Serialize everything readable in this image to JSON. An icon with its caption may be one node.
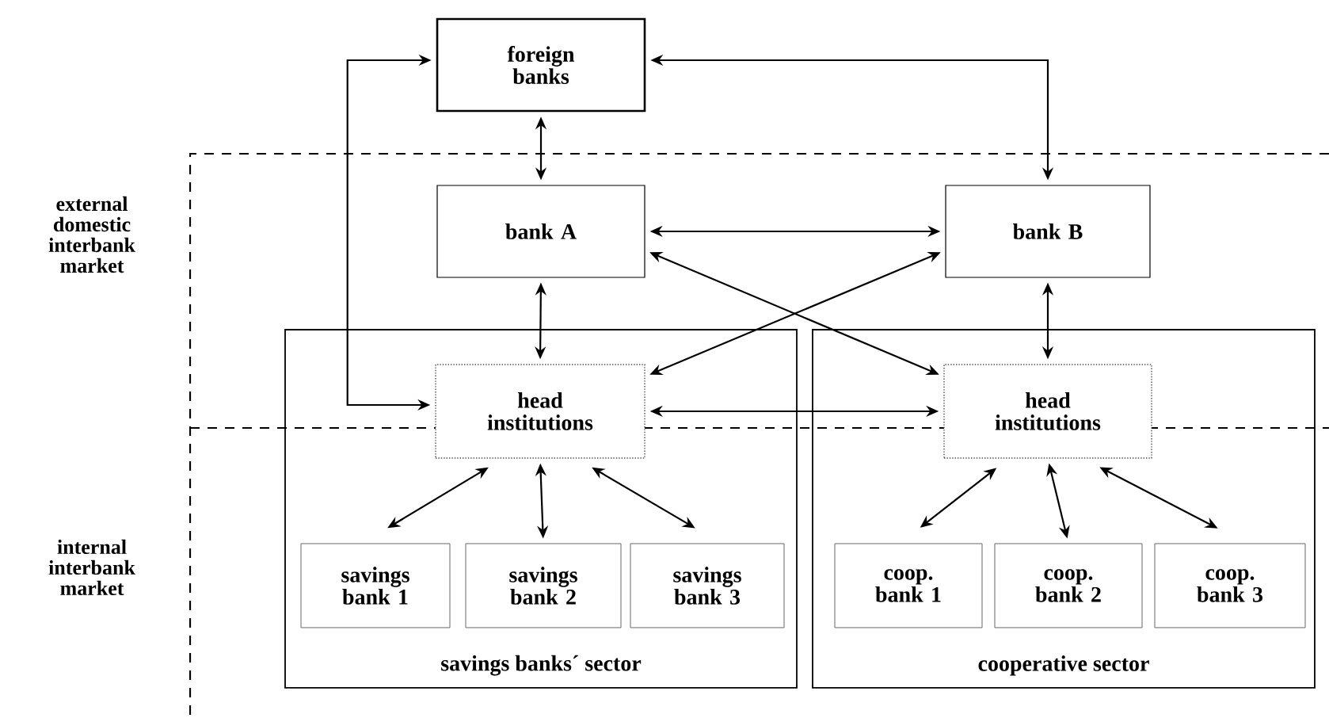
{
  "diagram": {
    "nodes": [
      {
        "text": [
          "foreign banks"
        ]
      },
      {
        "text": [
          "bank A"
        ]
      },
      {
        "text": [
          "bank B"
        ]
      },
      {
        "text": [
          "savings banks´ sector"
        ]
      },
      {
        "text": [
          "head institutions"
        ],
        "in": 3
      },
      {
        "text": [
          "savings bank 1"
        ],
        "in": 3
      },
      {
        "text": [
          "savings bank 2"
        ],
        "in": 3
      },
      {
        "text": [
          "savings bank 3"
        ],
        "in": 3
      },
      {
        "text": [
          "cooperative sector"
        ]
      },
      {
        "text": [
          "head institutions"
        ],
        "in": 8
      },
      {
        "text": [
          "coop. bank 1"
        ],
        "in": 8
      },
      {
        "text": [
          "coop. bank 2"
        ],
        "in": 8
      },
      {
        "text": [
          "coop. bank 3"
        ],
        "in": 8
      }
    ],
    "edges": [
      {
        "from": 0,
        "to": 1,
        "arrow": "both"
      },
      {
        "from": 0,
        "to": 2,
        "arrow": "both"
      },
      {
        "from": 0,
        "to": 4,
        "arrow": "both"
      },
      {
        "from": 1,
        "to": 2,
        "arrow": "both"
      },
      {
        "from": 1,
        "to": 9,
        "arrow": "both"
      },
      {
        "from": 2,
        "to": 4,
        "arrow": "both"
      },
      {
        "from": 1,
        "to": 4,
        "arrow": "both"
      },
      {
        "from": 2,
        "to": 9,
        "arrow": "both"
      },
      {
        "from": 4,
        "to": 9,
        "arrow": "both"
      },
      {
        "from": 4,
        "to": 5,
        "arrow": "both"
      },
      {
        "from": 4,
        "to": 6,
        "arrow": "both"
      },
      {
        "from": 4,
        "to": 7,
        "arrow": "both"
      },
      {
        "from": 9,
        "to": 10,
        "arrow": "both"
      },
      {
        "from": 9,
        "to": 11,
        "arrow": "both"
      },
      {
        "from": 9,
        "to": 12,
        "arrow": "both"
      }
    ],
    "labels": [
      "external domestic interbank market",
      "internal interbank market"
    ]
  }
}
